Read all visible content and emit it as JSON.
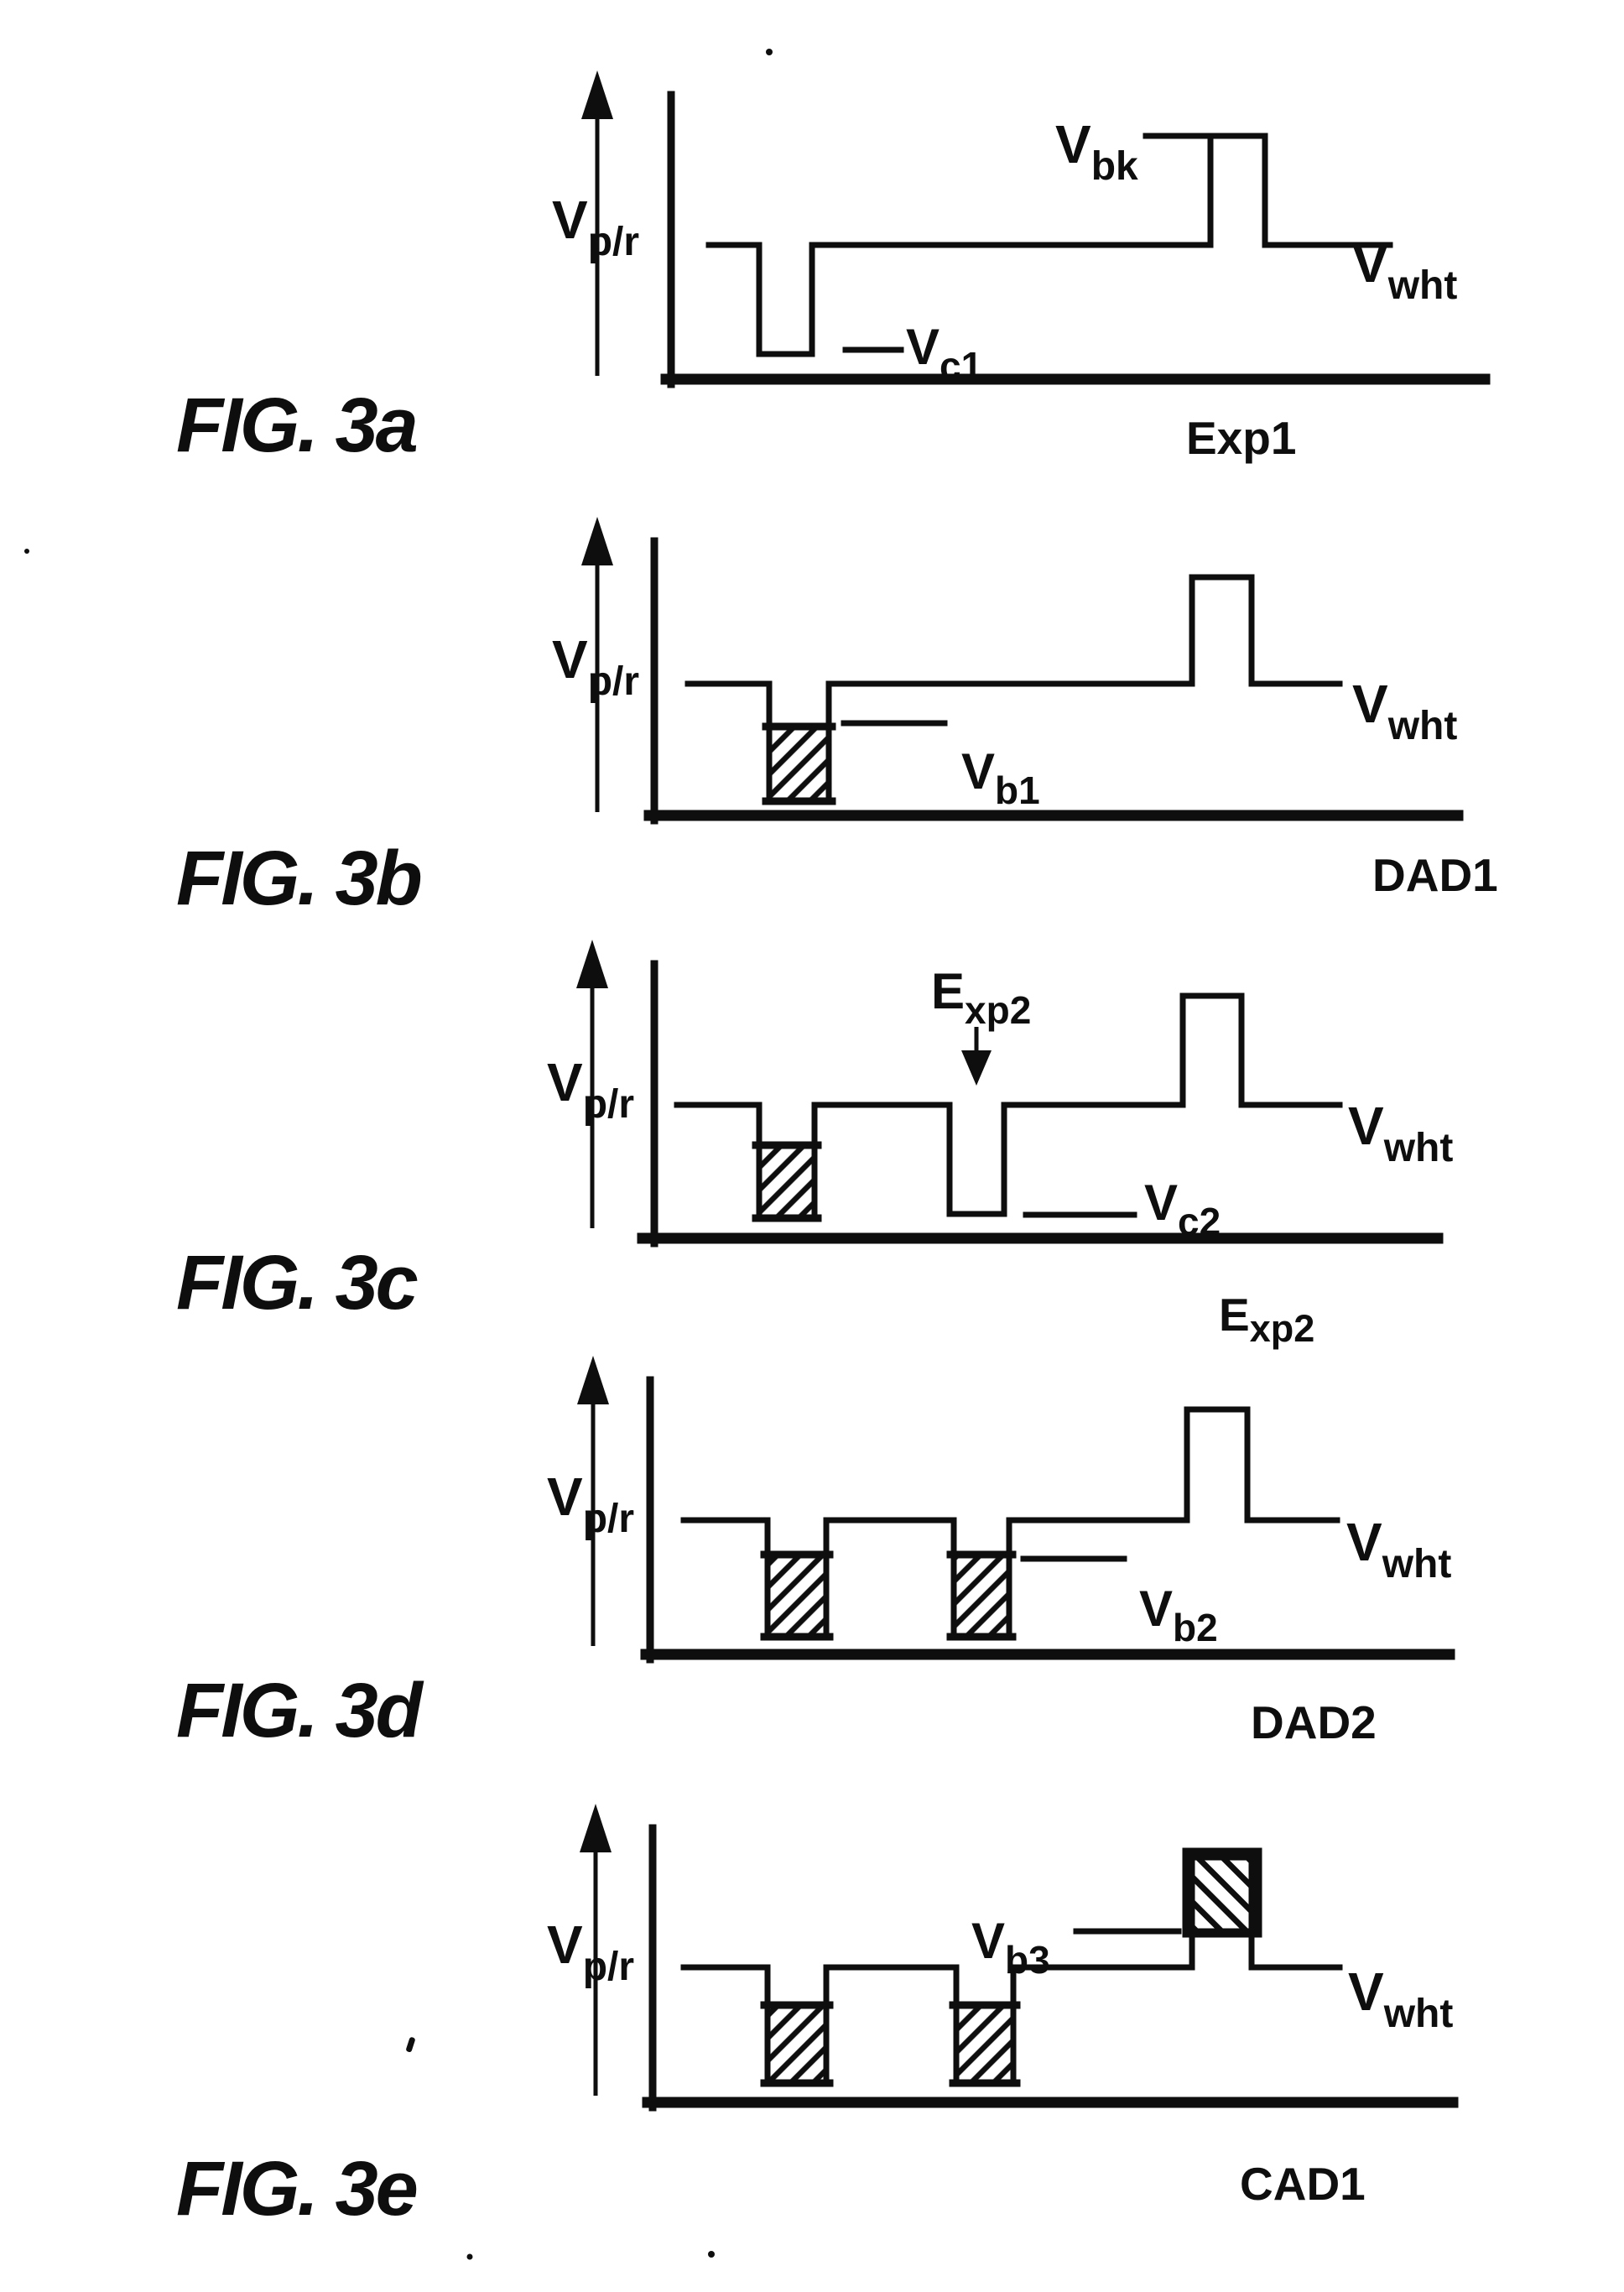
{
  "page": {
    "paper": "#ffffff",
    "ink": "#0e0e0e"
  },
  "figures": [
    {
      "fig_label": "FIG. 3a",
      "caption": {
        "main": "Exp1",
        "sub": ""
      },
      "axis_label": {
        "main": "V",
        "sub": "p/r"
      },
      "labels": {
        "vbk": {
          "main": "V",
          "sub": "bk"
        },
        "vwht": {
          "main": "V",
          "sub": "wht"
        },
        "vc1": {
          "main": "V",
          "sub": "c1"
        }
      },
      "waveform_summary": "Baseline at Vwht; narrow negative pulse down to Vc1; later one positive pulse up to Vbk; returns to Vwht"
    },
    {
      "fig_label": "FIG. 3b",
      "caption": {
        "main": "DAD1",
        "sub": ""
      },
      "axis_label": {
        "main": "V",
        "sub": "p/r"
      },
      "labels": {
        "vb1": {
          "main": "V",
          "sub": "b1"
        },
        "vwht": {
          "main": "V",
          "sub": "wht"
        }
      },
      "waveform_summary": "Baseline at Vwht; hatched negative pulse whose hatched region tops at Vb1; later one positive pulse; returns to Vwht"
    },
    {
      "fig_label": "FIG. 3c",
      "caption": {
        "main": "E",
        "sub": "xp2"
      },
      "axis_label": {
        "main": "V",
        "sub": "p/r"
      },
      "annotation": {
        "main": "E",
        "sub": "xp2"
      },
      "labels": {
        "vc2": {
          "main": "V",
          "sub": "c2"
        },
        "vwht": {
          "main": "V",
          "sub": "wht"
        }
      },
      "waveform_summary": "Baseline at Vwht; hatched negative pulse; deep negative pulse down to Vc2 marked by arrow Exp2; positive pulse; returns to Vwht"
    },
    {
      "fig_label": "FIG. 3d",
      "caption": {
        "main": "DAD2",
        "sub": ""
      },
      "axis_label": {
        "main": "V",
        "sub": "p/r"
      },
      "labels": {
        "vb2": {
          "main": "V",
          "sub": "b2"
        },
        "vwht": {
          "main": "V",
          "sub": "wht"
        }
      },
      "waveform_summary": "Baseline at Vwht; two hatched negative pulses whose hatched regions top at Vb2; one positive pulse; returns to Vwht"
    },
    {
      "fig_label": "FIG. 3e",
      "caption": {
        "main": "CAD1",
        "sub": ""
      },
      "axis_label": {
        "main": "V",
        "sub": "p/r"
      },
      "labels": {
        "vb3": {
          "main": "V",
          "sub": "b3"
        },
        "vwht": {
          "main": "V",
          "sub": "wht"
        }
      },
      "waveform_summary": "Baseline at Vwht; two hatched negative pulses; one positive pulse hatched above level Vb3; returns to Vwht"
    }
  ]
}
